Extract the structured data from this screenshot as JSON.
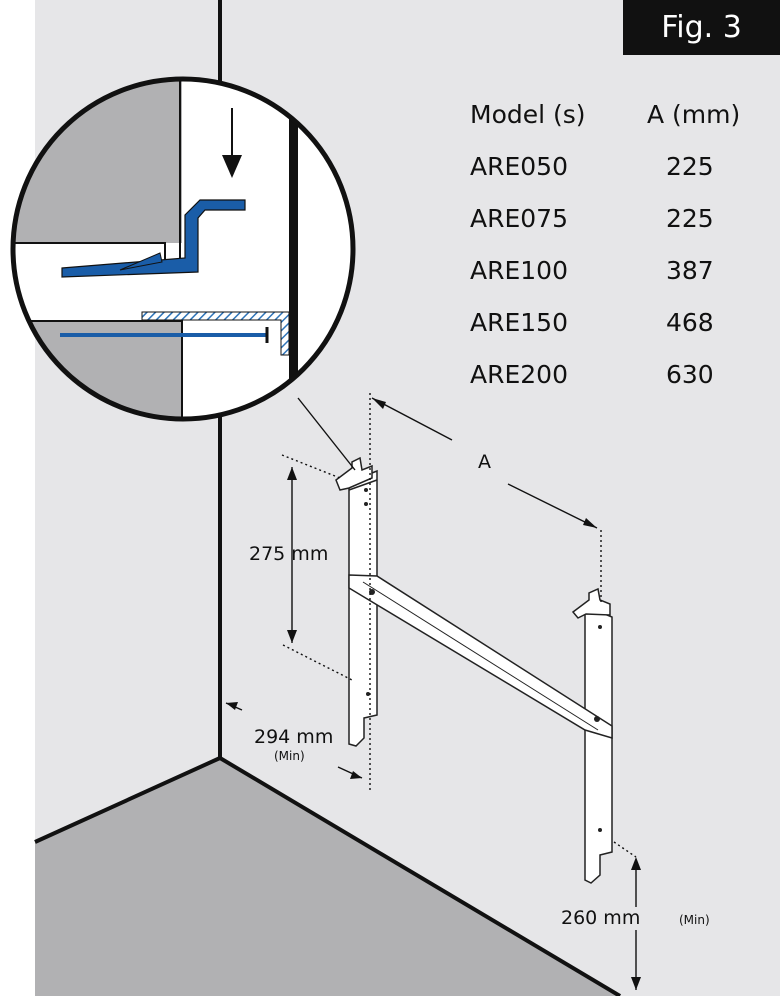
{
  "figure": {
    "label": "Fig. 3"
  },
  "table": {
    "header": {
      "model": "Model (s)",
      "a": "A (mm)"
    },
    "rows": [
      {
        "model": "ARE050",
        "a": "225"
      },
      {
        "model": "ARE075",
        "a": "225"
      },
      {
        "model": "ARE100",
        "a": "387"
      },
      {
        "model": "ARE150",
        "a": "468"
      },
      {
        "model": "ARE200",
        "a": "630"
      }
    ]
  },
  "dimensions": {
    "a_label": "A",
    "height": "275 mm",
    "side": "294 mm",
    "side_min": "(Min)",
    "floor": "260 mm",
    "floor_min": "(Min)"
  },
  "colors": {
    "wall": "#e6e6e8",
    "side_wall": "#ffffff",
    "floor": "#b1b1b3",
    "bracket_blue": "#1a5da8",
    "hatch_blue": "#2f74b8",
    "line": "#111111"
  }
}
